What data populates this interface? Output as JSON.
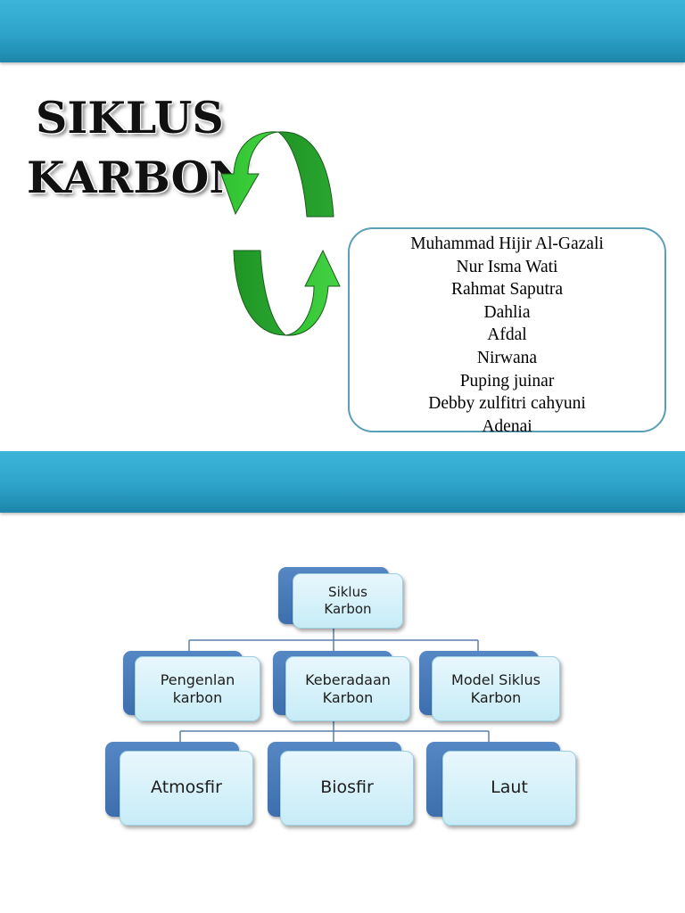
{
  "title": {
    "line1": "SIKLUS",
    "line2": "KARBON"
  },
  "team_members": [
    "Muhammad Hijir Al-Gazali",
    "Nur Isma Wati",
    "Rahmat Saputra",
    "Dahlia",
    "Afdal",
    "Nirwana",
    "Puping juinar",
    "Debby zulfitri cahyuni",
    "Adenai"
  ],
  "org_chart": {
    "root": "Siklus\nKarbon",
    "level1": [
      "Pengenlan\nkarbon",
      "Keberadaan\nKarbon",
      "Model Siklus\nKarbon"
    ],
    "level2": [
      "Atmosfir",
      "Biosfir",
      "Laut"
    ]
  },
  "colors": {
    "band": "#2ea3c9",
    "arrow_light": "#3ccc3c",
    "arrow_dark": "#27a22c",
    "node_back": "#4a7cbb",
    "node_front": "#d2eff8",
    "box_border": "#5a9fb8"
  },
  "icons": [
    "recycle-arrows-icon"
  ]
}
